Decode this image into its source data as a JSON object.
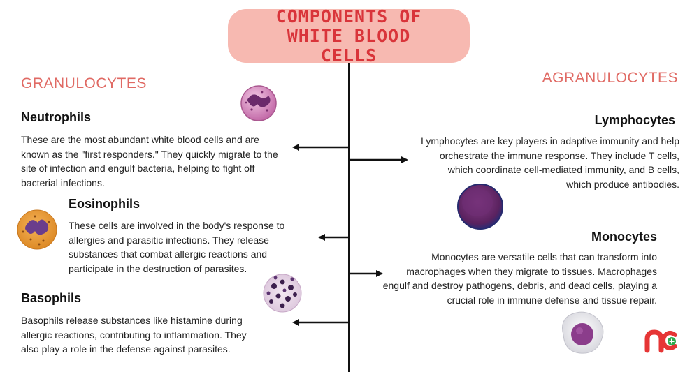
{
  "title": "COMPONENTS OF WHITE BLOOD CELLS",
  "categories": {
    "left": "GRANULOCYTES",
    "right": "AGRANULOCYTES"
  },
  "cells": {
    "neutrophils": {
      "name": "Neutrophils",
      "description": "These are the most abundant white blood cells and are known as the \"first responders.\" They quickly migrate to the site of infection and engulf bacteria, helping to fight off bacterial infections."
    },
    "eosinophils": {
      "name": "Eosinophils",
      "description": "These cells are involved in the body's response to allergies and parasitic infections. They release substances that combat allergic reactions and participate in the destruction of parasites."
    },
    "basophils": {
      "name": "Basophils",
      "description": "Basophils release substances like histamine during allergic reactions, contributing to inflammation. They also play a role in the defense against parasites."
    },
    "lymphocytes": {
      "name": "Lymphocytes",
      "description": "Lymphocytes are key players in adaptive immunity and help orchestrate the immune response. They include T cells, which coordinate cell-mediated immunity, and B cells, which produce antibodies."
    },
    "monocytes": {
      "name": "Monocytes",
      "description": "Monocytes are versatile cells that can transform into macrophages when they migrate to tissues. Macrophages engulf and destroy pathogens, debris, and dead cells, playing a crucial role in immune defense and tissue repair."
    }
  },
  "logo": {
    "text": "nc",
    "color": "#e63535"
  }
}
